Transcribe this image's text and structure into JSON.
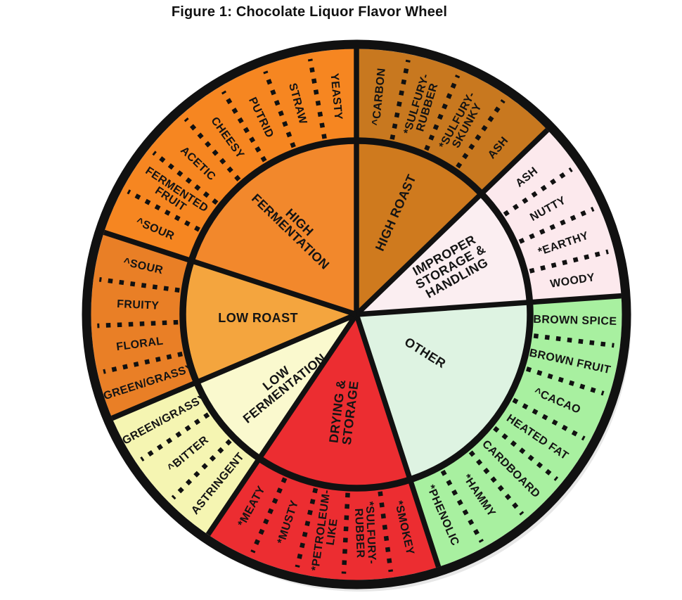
{
  "chart_data": {
    "type": "flavor-wheel-sunburst",
    "title": "Figure 1: Chocolate Liquor Flavor Wheel",
    "rings": [
      "categories (inner)",
      "descriptors (outer)"
    ],
    "legend": "none",
    "colors": {
      "line": "#111111",
      "text": "#141414",
      "page_bg": "#ffffff",
      "shadow": "#e7e7e7"
    },
    "categories": [
      {
        "name": "HIGH ROAST",
        "angle_start": 0,
        "angle_end": 46,
        "inner_color": "#cf7a1e",
        "outer_color": "#c8781f",
        "label_lines": [
          "HIGH ROAST"
        ],
        "label_angle": 21,
        "label_radius": 155,
        "label_rotate": -66,
        "descriptors": [
          {
            "name": "^CARBON",
            "lines": [
              "^CARBON"
            ]
          },
          {
            "name": "*SULFURY-RUBBER",
            "lines": [
              "*SULFURY-",
              "RUBBER"
            ]
          },
          {
            "name": "*SULFURY-SKUNKY",
            "lines": [
              "*SULFURY-",
              "SKUNKY"
            ]
          },
          {
            "name": "ASH",
            "lines": [
              "ASH"
            ]
          }
        ]
      },
      {
        "name": "IMPROPER STORAGE & HANDLING",
        "angle_start": 46,
        "angle_end": 86,
        "inner_color": "#fbeef1",
        "outer_color": "#fce9ed",
        "label_lines": [
          "IMPROPER",
          "STORAGE &",
          "HANDLING"
        ],
        "label_angle": 63,
        "label_radius": 150,
        "label_rotate": -29,
        "descriptors": [
          {
            "name": "ASH",
            "lines": [
              "ASH"
            ]
          },
          {
            "name": "NUTTY",
            "lines": [
              "NUTTY"
            ]
          },
          {
            "name": "*EARTHY",
            "lines": [
              "*EARTHY"
            ]
          },
          {
            "name": "WOODY",
            "lines": [
              "WOODY"
            ]
          }
        ]
      },
      {
        "name": "OTHER",
        "angle_start": 86,
        "angle_end": 162,
        "inner_color": "#def3e2",
        "outer_color": "#a8f0a0",
        "label_lines": [
          "OTHER"
        ],
        "label_angle": 119,
        "label_radius": 112,
        "label_rotate": 32,
        "descriptors": [
          {
            "name": "BROWN SPICE",
            "lines": [
              "BROWN SPICE"
            ]
          },
          {
            "name": "BROWN FRUIT",
            "lines": [
              "BROWN FRUIT"
            ]
          },
          {
            "name": "^CACAO",
            "lines": [
              "^CACAO"
            ]
          },
          {
            "name": "HEATED FAT",
            "lines": [
              "HEATED FAT"
            ]
          },
          {
            "name": "CARDBOARD",
            "lines": [
              "CARDBOARD"
            ]
          },
          {
            "name": "*HAMMY",
            "lines": [
              "*HAMMY"
            ]
          },
          {
            "name": "*PHENOLIC",
            "lines": [
              "*PHENOLIC"
            ]
          }
        ]
      },
      {
        "name": "DRYING & STORAGE",
        "angle_start": 162,
        "angle_end": 214,
        "inner_color": "#ec2d31",
        "outer_color": "#ec2d31",
        "label_lines": [
          "DRYING &",
          "STORAGE"
        ],
        "label_angle": 187.5,
        "label_radius": 140,
        "label_rotate": -83,
        "descriptors": [
          {
            "name": "*SMOKEY",
            "lines": [
              "*SMOKEY"
            ]
          },
          {
            "name": "*SULFURY-RUBBER",
            "lines": [
              "*SULFURY-",
              "RUBBER"
            ]
          },
          {
            "name": "*PETROLEUM-LIKE",
            "lines": [
              "*PETROLEUM-",
              "LIKE"
            ]
          },
          {
            "name": "*MUSTY",
            "lines": [
              "*MUSTY"
            ]
          },
          {
            "name": "*MEATY",
            "lines": [
              "*MEATY"
            ]
          }
        ]
      },
      {
        "name": "LOW FERMENTATION",
        "angle_start": 214,
        "angle_end": 247,
        "inner_color": "#faf9ce",
        "outer_color": "#f5f5b2",
        "label_lines": [
          "LOW",
          "FERMENTATION"
        ],
        "label_angle": 228,
        "label_radius": 146,
        "label_rotate": -39,
        "descriptors": [
          {
            "name": "ASTRINGENT",
            "lines": [
              "ASTRINGENT"
            ]
          },
          {
            "name": "^BITTER",
            "lines": [
              "^BITTER"
            ]
          },
          {
            "name": "GREEN/GRASSY",
            "lines": [
              "GREEN/GRASSY"
            ]
          }
        ]
      },
      {
        "name": "LOW ROAST",
        "angle_start": 247,
        "angle_end": 288,
        "inner_color": "#f4a53e",
        "outer_color": "#e97f26",
        "label_lines": [
          "LOW ROAST"
        ],
        "label_angle": 268,
        "label_radius": 140,
        "label_rotate": 0,
        "descriptors": [
          {
            "name": "GREEN/GRASSY",
            "lines": [
              "GREEN/GRASSY"
            ]
          },
          {
            "name": "FLORAL",
            "lines": [
              "FLORAL"
            ]
          },
          {
            "name": "FRUITY",
            "lines": [
              "FRUITY"
            ]
          },
          {
            "name": "^SOUR",
            "lines": [
              "^SOUR"
            ]
          }
        ]
      },
      {
        "name": "HIGH FERMENTATION",
        "angle_start": 288,
        "angle_end": 360,
        "inner_color": "#f2882c",
        "outer_color": "#f68621",
        "label_lines": [
          "HIGH",
          "FERMENTATION"
        ],
        "label_angle": 325,
        "label_radius": 152,
        "label_rotate": 44,
        "descriptors": [
          {
            "name": "^SOUR",
            "lines": [
              "^SOUR"
            ]
          },
          {
            "name": "FERMENTED FRUIT",
            "lines": [
              "FERMENTED",
              "FRUIT"
            ]
          },
          {
            "name": "ACETIC",
            "lines": [
              "ACETIC"
            ]
          },
          {
            "name": "CHEESY",
            "lines": [
              "CHEESY"
            ]
          },
          {
            "name": "PUTRID",
            "lines": [
              "PUTRID"
            ]
          },
          {
            "name": "STRAW",
            "lines": [
              "STRAW"
            ]
          },
          {
            "name": "YEASTY",
            "lines": [
              "YEASTY"
            ]
          }
        ]
      }
    ]
  }
}
